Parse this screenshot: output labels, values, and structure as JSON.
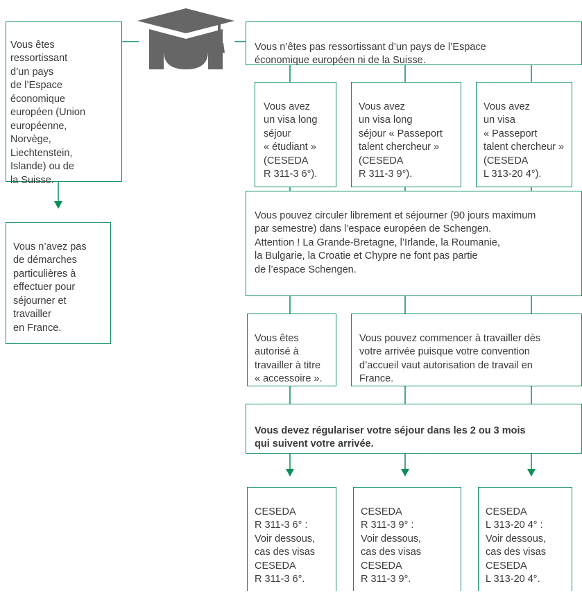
{
  "colors": {
    "line": "#0b8f5a",
    "cap": "#666666",
    "text": "#3a3a3a"
  },
  "icon": {
    "name": "graduation-cap-icon"
  },
  "left": {
    "eea_box": "Vous êtes\nressortissant\nd’un pays\nde l’Espace\néconomique\neuropéen (Union\neuropéenne,\nNorvège,\nLiechtenstein,\nIslande) ou de\nla Suisse.",
    "result_box": "Vous n’avez pas\nde démarches\nparticulières à\neffectuer pour\nséjourner et\ntravailler\nen France."
  },
  "right": {
    "non_eea_box": "Vous n’êtes pas ressortissant d’un pays de l’Espace\néconomique européen ni de la Suisse.",
    "visas": [
      "Vous avez\nun visa long\nséjour\n« étudiant »\n(CESEDA\nR 311-3 6°).",
      "Vous avez\nun visa long\nséjour « Passeport\ntalent chercheur »\n(CESEDA\nR 311-3 9°).",
      "Vous avez\nun visa\n« Passeport\ntalent chercheur »\n(CESEDA\nL 313-20 4°)."
    ],
    "schengen_box": "Vous pouvez circuler librement et séjourner (90 jours maximum\npar semestre) dans l’espace européen de Schengen.\nAttention ! La Grande-Bretagne, l’Irlande, la Roumanie,\nla Bulgarie, la Croatie et Chypre ne font pas partie\nde l’espace Schengen.",
    "work_accessory_box": "Vous êtes\nautorisé à\ntravailler à titre\n« accessoire ».",
    "work_start_box": "Vous pouvez commencer à travailler dès\nvotre arrivée puisque votre convention\nd’accueil vaut autorisation de travail en\nFrance.",
    "regularize_box": "Vous devez régulariser votre séjour dans les 2 ou 3 mois\nqui suivent votre arrivée.",
    "outcomes": [
      "CESEDA\nR 311-3 6° :\nVoir dessous,\ncas des visas\nCESEDA\nR 311-3 6°.",
      "CESEDA\nR 311-3 9° :\nVoir dessous,\ncas des visas\nCESEDA\nR 311-3 9°.",
      "CESEDA\nL 313-20 4° :\nVoir dessous,\ncas des visas\nCESEDA\nL 313-20 4°."
    ]
  }
}
